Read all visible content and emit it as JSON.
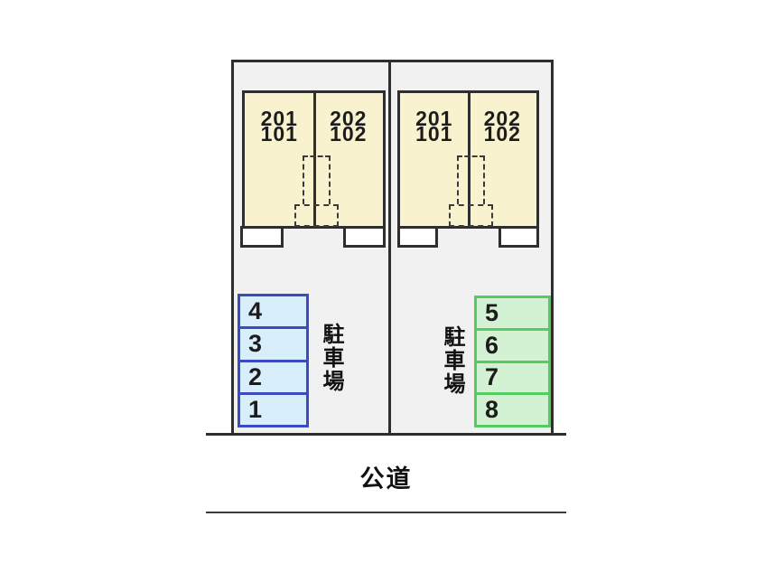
{
  "site_plan": {
    "buildings": [
      {
        "name": "building-1",
        "units": [
          {
            "upper": "201",
            "lower": "101"
          },
          {
            "upper": "202",
            "lower": "102"
          }
        ]
      },
      {
        "name": "building-2",
        "units": [
          {
            "upper": "201",
            "lower": "101"
          },
          {
            "upper": "202",
            "lower": "102"
          }
        ]
      }
    ],
    "parking_left": {
      "label": "駐車場",
      "spaces": [
        "4",
        "3",
        "2",
        "1"
      ]
    },
    "parking_right": {
      "label": "駐車場",
      "spaces": [
        "5",
        "6",
        "7",
        "8"
      ]
    },
    "road": {
      "label": "公道"
    }
  },
  "colors": {
    "line": "#2e2e2e",
    "lot-fill": "#f1f1f2",
    "building-fill": "#f9f2cf",
    "blue-border": "#3b4cc0",
    "blue-fill": "#d9eefb",
    "green-border": "#55cc5f",
    "green-fill": "#d3f1d3",
    "text": "#1c1c1c"
  }
}
